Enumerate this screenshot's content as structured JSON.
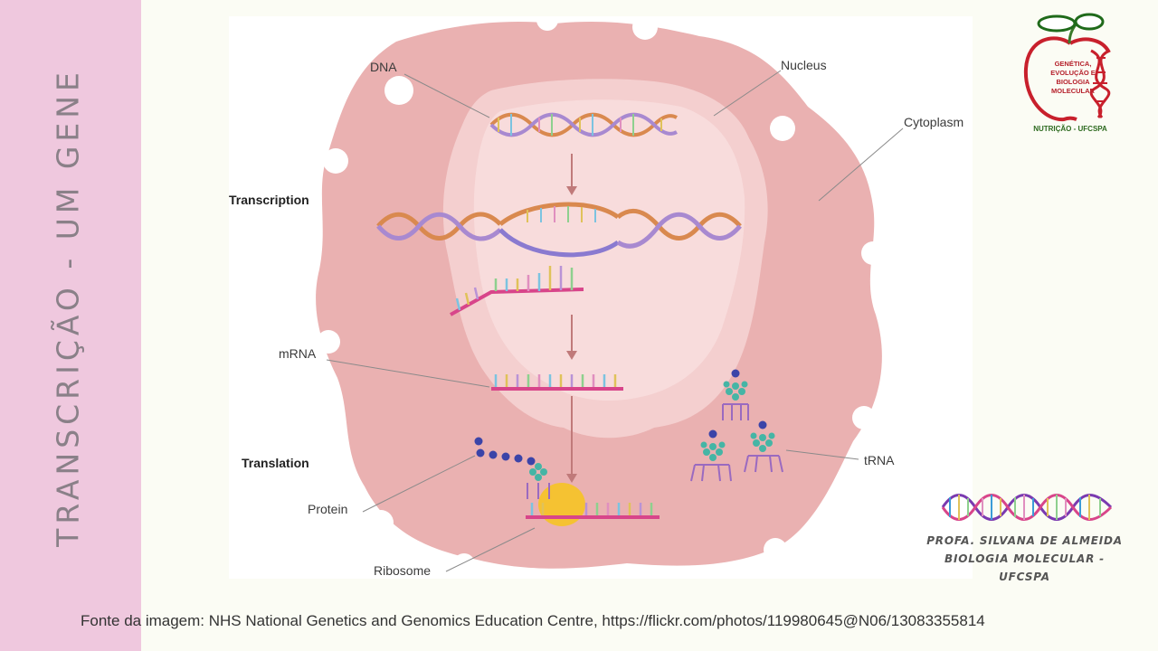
{
  "sidebar": {
    "title": "TRANSCRIÇÃO - UM GENE"
  },
  "figure": {
    "labels": {
      "dna": "DNA",
      "nucleus": "Nucleus",
      "cytoplasm": "Cytoplasm",
      "transcription": "Transcription",
      "mrna": "mRNA",
      "translation": "Translation",
      "protein": "Protein",
      "trna": "tRNA",
      "ribosome": "Ribosome"
    },
    "colors": {
      "cytoplasm": "#eab1b1",
      "nucleus": "#f4cfcf",
      "arrow": "#c07a7a"
    }
  },
  "logo": {
    "line1": "GENÉTICA,",
    "line2": "EVOLUÇÃO E",
    "line3": "BIOLOGIA",
    "line4": "MOLECULAR",
    "subtitle": "NUTRIÇÃO - UFCSPA"
  },
  "credit": {
    "line1": "PROFA. SILVANA DE ALMEIDA",
    "line2": "BIOLOGIA MOLECULAR - UFCSPA"
  },
  "source": "Fonte da imagem: NHS National Genetics and Genomics Education Centre, https://flickr.com/photos/119980645@N06/13083355814"
}
